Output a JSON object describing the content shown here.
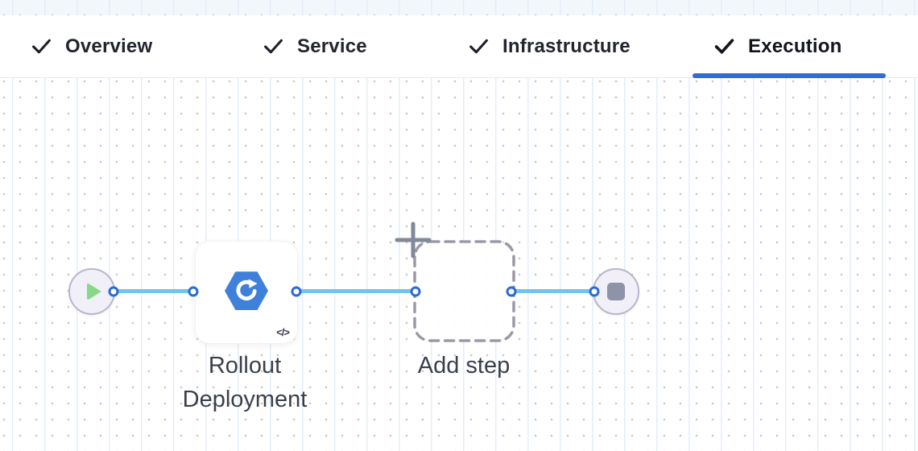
{
  "tabbar": {
    "tabs": [
      {
        "label": "Overview",
        "checked": true,
        "active": false
      },
      {
        "label": "Service",
        "checked": true,
        "active": false
      },
      {
        "label": "Infrastructure",
        "checked": true,
        "active": false
      },
      {
        "label": "Execution",
        "checked": true,
        "active": true
      }
    ],
    "active_tab": "Execution"
  },
  "canvas": {
    "start_node": {
      "type": "start",
      "icon": "play-icon"
    },
    "steps": [
      {
        "name": "Rollout Deployment",
        "icon": "k8s-rollout-icon",
        "yaml_toggle_label": "</>"
      }
    ],
    "add_step": {
      "label": "Add step",
      "icon": "plus-icon"
    },
    "end_node": {
      "type": "stop",
      "icon": "stop-icon"
    }
  },
  "colors": {
    "accent_blue": "#2f6dd0",
    "port_blue": "#2a6bd2",
    "edge_blue": "#71c4f2",
    "step_icon_blue": "#3f80da",
    "play_green": "#87d887",
    "node_fill": "#f1f0f9",
    "node_border": "#b9b7c8",
    "dash_gray": "#9b99a8",
    "label_gray": "#3b3f4d"
  }
}
